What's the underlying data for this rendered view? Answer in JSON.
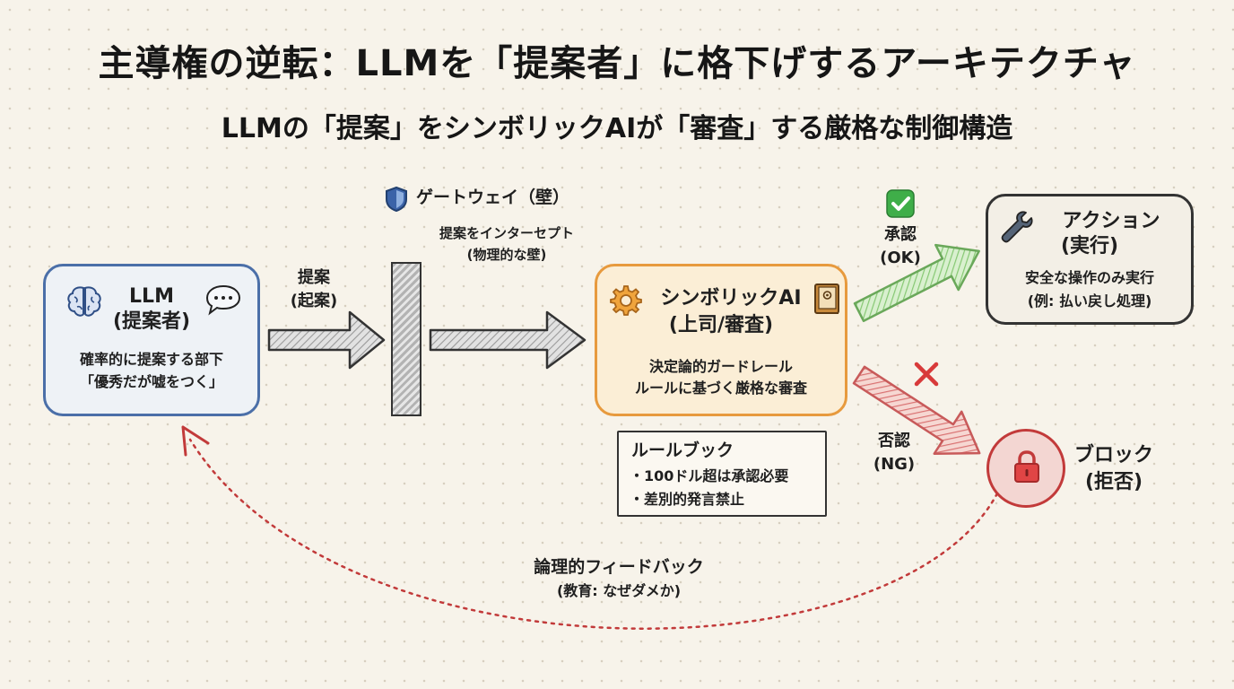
{
  "title": "主導権の逆転：LLMを「提案者」に格下げするアーキテクチャ",
  "subtitle": "LLMの「提案」をシンボリックAIが「審査」する厳格な制御構造",
  "llm": {
    "title": "LLM",
    "role": "(提案者)",
    "desc_line1": "確率的に提案する部下",
    "desc_line2": "「優秀だが嘘をつく」",
    "icons": [
      "brain-icon",
      "speech-bubble-icon"
    ]
  },
  "proposal_arrow": {
    "line1": "提案",
    "line2": "(起案)"
  },
  "gateway": {
    "title": "ゲートウェイ（壁）",
    "desc_line1": "提案をインターセプト",
    "desc_line2": "(物理的な壁)",
    "icon": "shield-icon"
  },
  "symbolic": {
    "title": "シンボリックAI",
    "role": "(上司/審査)",
    "desc_line1": "決定論的ガードレール",
    "desc_line2": "ルールに基づく厳格な審査",
    "icons": [
      "gear-icon",
      "book-icon"
    ]
  },
  "rulebook": {
    "title": "ルールブック",
    "items": [
      "・100ドル超は承認必要",
      "・差別的発言禁止"
    ]
  },
  "approve": {
    "line1": "承認",
    "line2": "(OK)",
    "icon": "check-icon"
  },
  "reject": {
    "line1": "否認",
    "line2": "(NG)",
    "icon": "cross-icon"
  },
  "action": {
    "title": "アクション",
    "role": "(実行)",
    "desc_line1": "安全な操作のみ実行",
    "desc_line2": "(例: 払い戻し処理)",
    "icon": "wrench-icon"
  },
  "block": {
    "title": "ブロック",
    "role": "(拒否)",
    "icon": "lock-icon"
  },
  "feedback": {
    "line1": "論理的フィードバック",
    "line2": "(教育: なぜダメか)"
  },
  "colors": {
    "llm_border": "#4b6fa8",
    "symbolic_border": "#e79a3e",
    "approve_arrow": "#7fbf6a",
    "reject_arrow": "#d86464",
    "feedback_line": "#c23a3a"
  }
}
